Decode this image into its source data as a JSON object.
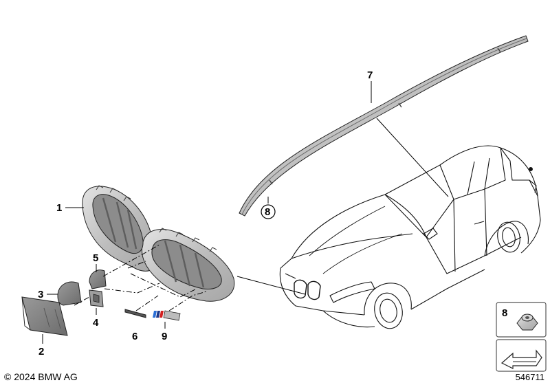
{
  "diagram": {
    "callouts": {
      "p1": "1",
      "p2": "2",
      "p3": "3",
      "p4": "4",
      "p5": "5",
      "p6": "6",
      "p7": "7",
      "p8": "8",
      "p9": "9"
    },
    "inset": {
      "part_label": "8"
    },
    "copyright": "© 2024 BMW AG",
    "reference_number": "546711"
  }
}
